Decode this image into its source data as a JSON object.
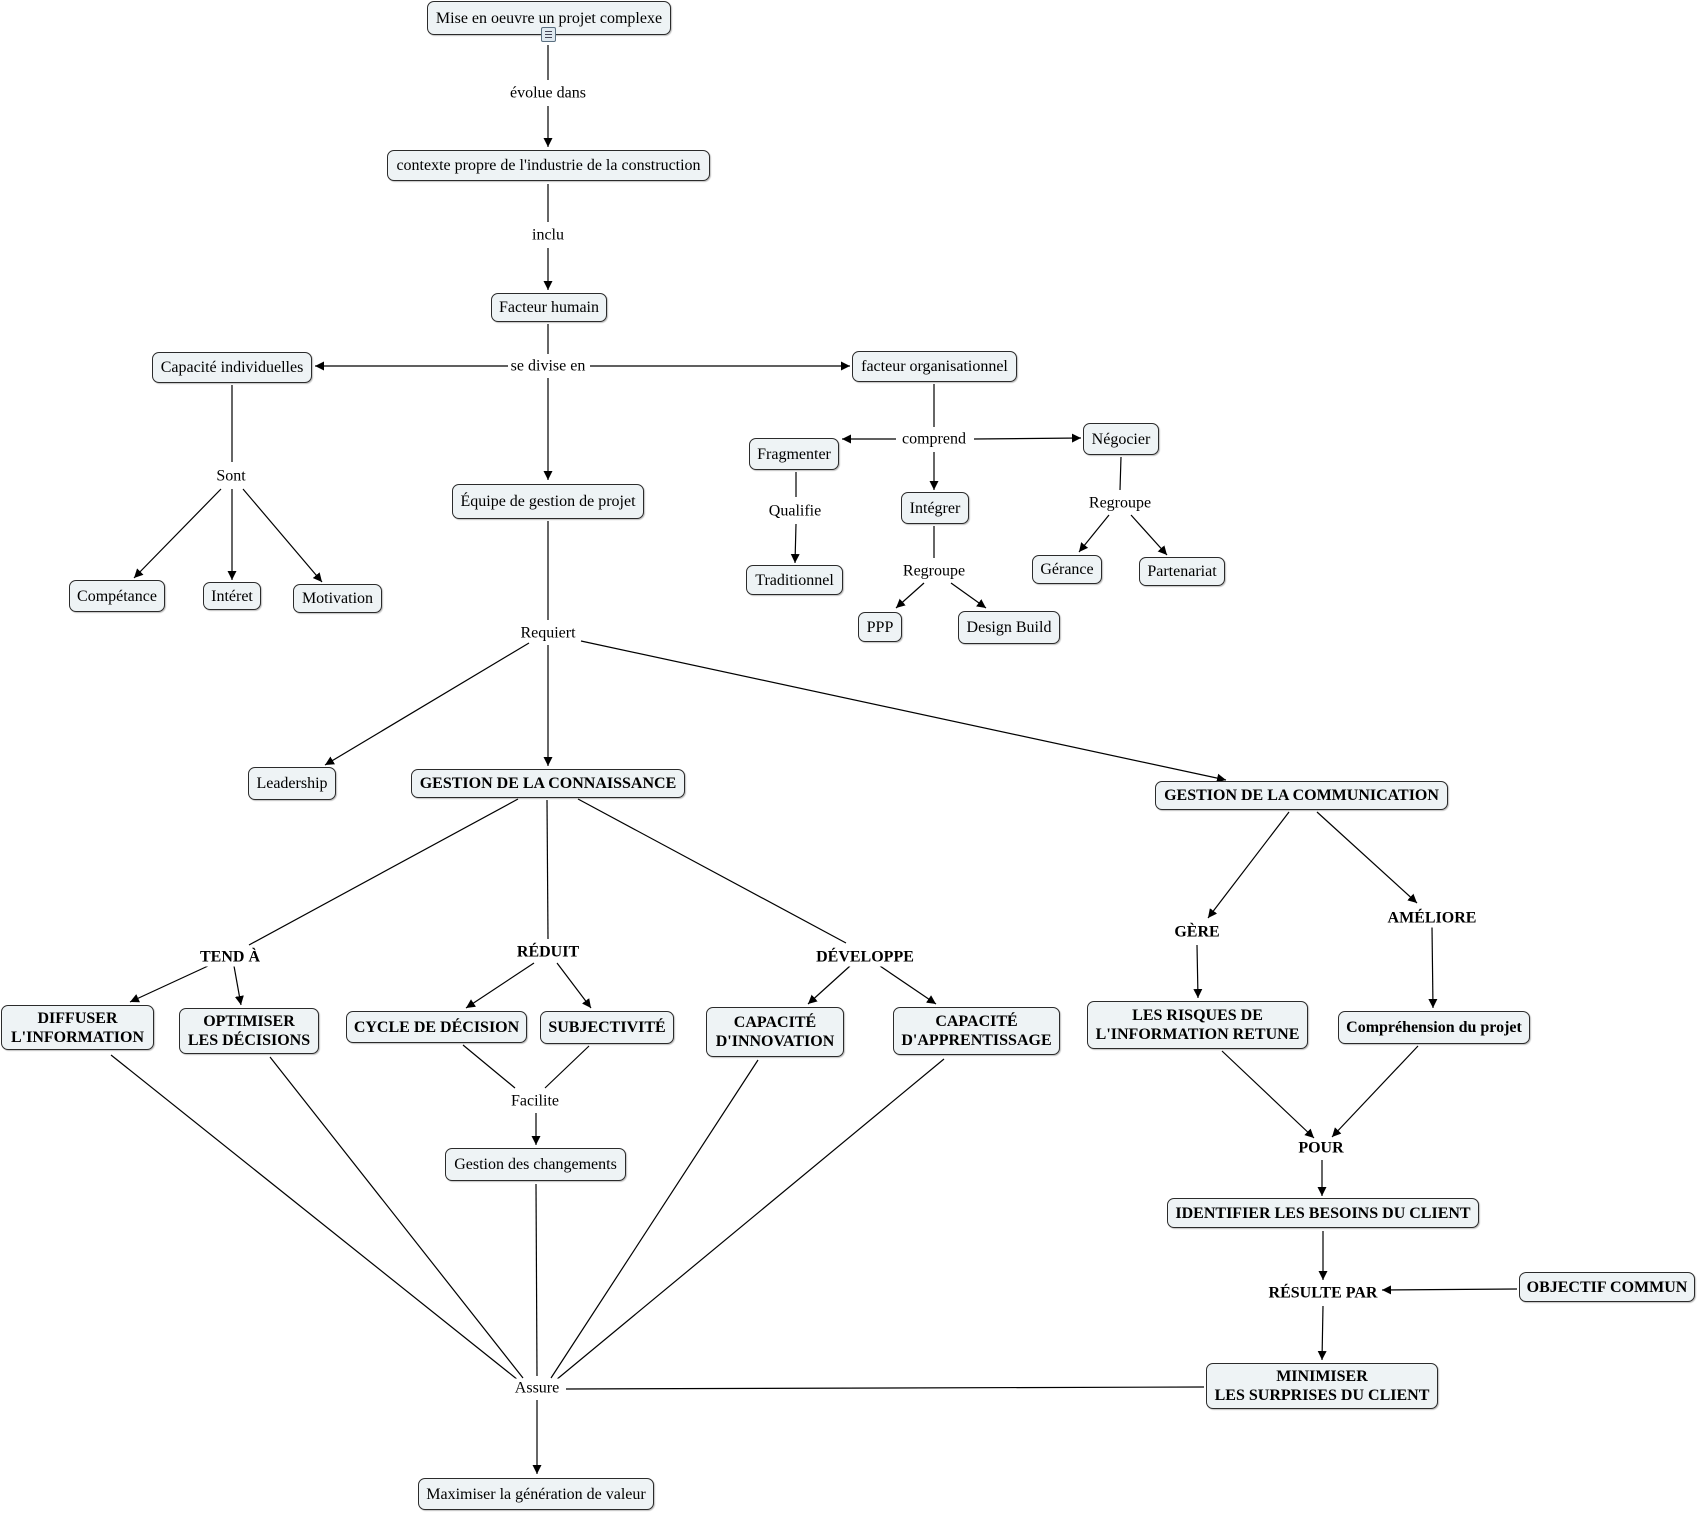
{
  "nodes": {
    "n_projet": "Mise en oeuvre un projet complexe",
    "n_contexte": "contexte propre de l'industrie de la construction",
    "n_facteur_humain": "Facteur humain",
    "n_capacite_ind": "Capacité individuelles",
    "n_facteur_org": "facteur organisationnel",
    "n_equipe": "Équipe de gestion de projet",
    "n_competance": "Compétance",
    "n_interet": "Intéret",
    "n_motivation": "Motivation",
    "n_fragmenter": "Fragmenter",
    "n_negocier": "Négocier",
    "n_integrer": "Intégrer",
    "n_traditionnel": "Traditionnel",
    "n_gerance": "Gérance",
    "n_partenariat": "Partenariat",
    "n_ppp": "PPP",
    "n_design_build": "Design Build",
    "n_leadership": "Leadership",
    "n_gestion_conn": "GESTION DE LA CONNAISSANCE",
    "n_gestion_comm": "GESTION DE LA COMMUNICATION",
    "n_diffuser": "DIFFUSER\nL'INFORMATION",
    "n_optimiser": "OPTIMISER\nLES DÉCISIONS",
    "n_cycle": "CYCLE DE DÉCISION",
    "n_subjectivite": "SUBJECTIVITÉ",
    "n_cap_innov": "CAPACITÉ\nD'INNOVATION",
    "n_cap_appr": "CAPACITÉ\nD'APPRENTISSAGE",
    "n_risques": "LES RISQUES DE\nL'INFORMATION RETUNE",
    "n_comprehension": "Compréhension du projet",
    "n_gestion_chang": "Gestion des changements",
    "n_identifier": "IDENTIFIER LES BESOINS DU CLIENT",
    "n_objectif": "OBJECTIF COMMUN",
    "n_minimiser": "MINIMISER\nLES SURPRISES DU CLIENT",
    "n_maximiser": "Maximiser la génération de valeur"
  },
  "links": {
    "l_evolue": "évolue dans",
    "l_inclu": "inclu",
    "l_divise": "se divise en",
    "l_sont": "Sont",
    "l_comprend": "comprend",
    "l_qualifie": "Qualifie",
    "l_regroupe_neg": "Regroupe",
    "l_regroupe_int": "Regroupe",
    "l_requiert": "Requiert",
    "l_tend": "TEND À",
    "l_reduit": "RÉDUIT",
    "l_developpe": "DÉVELOPPE",
    "l_gere": "GÈRE",
    "l_ameliore": "AMÉLIORE",
    "l_facilite": "Facilite",
    "l_pour": "POUR",
    "l_resulte": "RÉSULTE PAR",
    "l_assure": "Assure"
  },
  "colors": {
    "node_fill": "#eef3f5",
    "node_border": "#2b2b2b",
    "line": "#000000",
    "background": "#ffffff"
  },
  "icons": {
    "projet_attachment": "document-icon"
  }
}
